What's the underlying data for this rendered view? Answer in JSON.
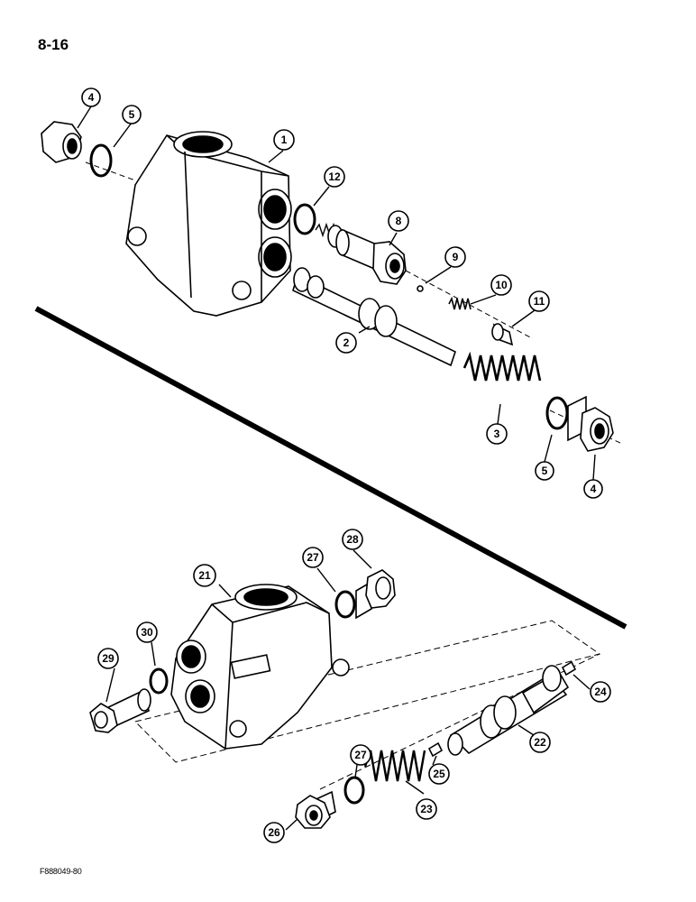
{
  "page": {
    "number": "8-16",
    "figure_code": "F888049-80"
  },
  "callouts": {
    "upper": {
      "c1": "1",
      "c2": "2",
      "c3": "3",
      "c4a": "4",
      "c4b": "4",
      "c5a": "5",
      "c5b": "5",
      "c8": "8",
      "c9": "9",
      "c10": "10",
      "c11": "11",
      "c12": "12"
    },
    "lower": {
      "c21": "21",
      "c22": "22",
      "c23": "23",
      "c24": "24",
      "c25": "25",
      "c26": "26",
      "c27a": "27",
      "c27b": "27",
      "c28": "28",
      "c29": "29",
      "c30": "30"
    }
  },
  "colors": {
    "ink": "#000000",
    "paper": "#ffffff"
  }
}
